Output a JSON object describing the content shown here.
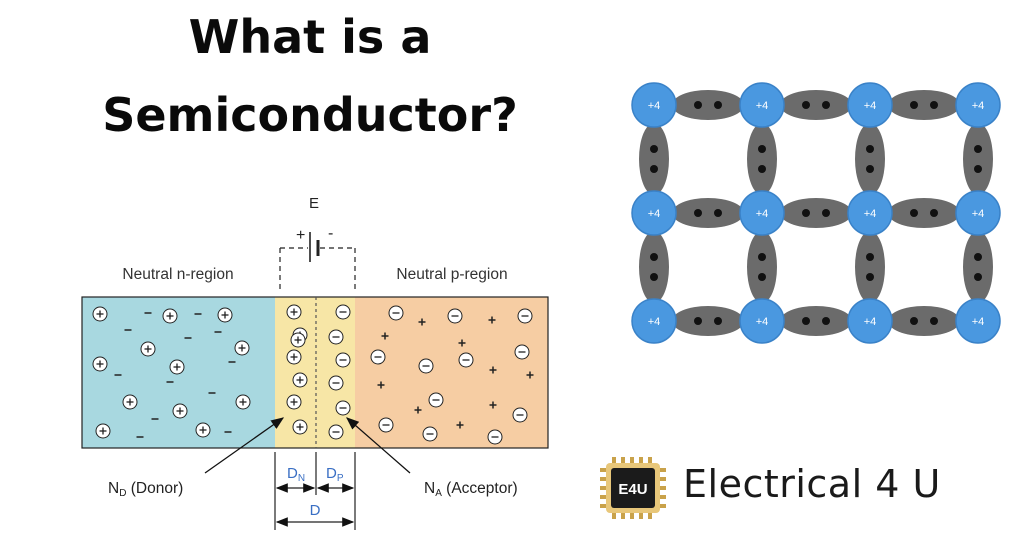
{
  "title": {
    "line1": "What is a",
    "line2": "Semiconductor?"
  },
  "junction": {
    "battery_label": "E",
    "battery_plus": "+",
    "battery_minus": "-",
    "n_region_label": "Neutral n-region",
    "p_region_label": "Neutral p-region",
    "donor_label_main": "N",
    "donor_label_sub": "D",
    "donor_label_rest": " (Donor)",
    "acceptor_label_main": "N",
    "acceptor_label_sub": "A",
    "acceptor_label_rest": " (Acceptor)",
    "dn_main": "D",
    "dn_sub": "N",
    "dp_main": "D",
    "dp_sub": "P",
    "d_label": "D",
    "colors": {
      "n_region": "#a8d8e0",
      "depletion": "#f7e6a6",
      "p_region": "#f6cda3"
    }
  },
  "lattice": {
    "atom_label": "+4",
    "rows": 3,
    "cols": 4,
    "atom_color": "#4a98e0",
    "bond_color": "#6b6b6b"
  },
  "brand": {
    "logo_text": "E4U",
    "name": "Electrical 4 U"
  }
}
